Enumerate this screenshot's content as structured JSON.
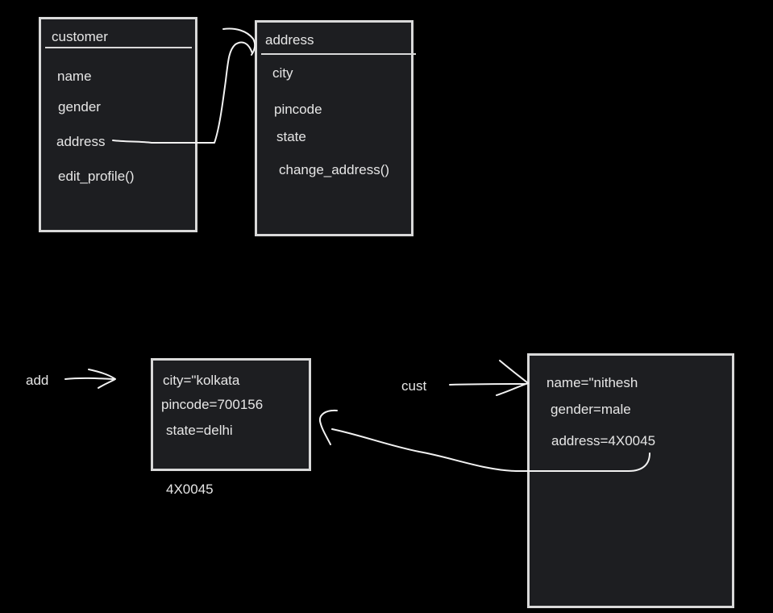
{
  "customer_class": {
    "title": "customer",
    "members": [
      "name",
      "gender",
      "address",
      "edit_profile()"
    ]
  },
  "address_class": {
    "title": "address",
    "members": [
      "city",
      "pincode",
      "state",
      "change_address()"
    ]
  },
  "address_object": {
    "ref_label": "add",
    "fields": [
      "city=\"kolkata",
      "pincode=700156",
      "state=delhi"
    ],
    "memory_address": "4X0045"
  },
  "customer_object": {
    "ref_label": "cust",
    "fields": [
      "name=\"nithesh",
      "gender=male",
      "address=4X0045"
    ]
  }
}
